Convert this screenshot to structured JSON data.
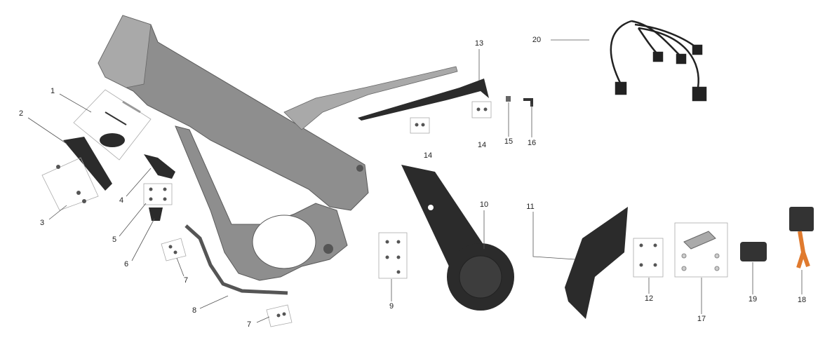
{
  "diagram": {
    "type": "exploded-parts-view",
    "labels": [
      {
        "id": "p1",
        "text": "1"
      },
      {
        "id": "p2",
        "text": "2"
      },
      {
        "id": "p3",
        "text": "3"
      },
      {
        "id": "p4",
        "text": "4"
      },
      {
        "id": "p5",
        "text": "5"
      },
      {
        "id": "p6",
        "text": "6"
      },
      {
        "id": "p7a",
        "text": "7"
      },
      {
        "id": "p8",
        "text": "8"
      },
      {
        "id": "p7b",
        "text": "7"
      },
      {
        "id": "p9",
        "text": "9"
      },
      {
        "id": "p10",
        "text": "10"
      },
      {
        "id": "p11",
        "text": "11"
      },
      {
        "id": "p12",
        "text": "12"
      },
      {
        "id": "p13",
        "text": "13"
      },
      {
        "id": "p14a",
        "text": "14"
      },
      {
        "id": "p14b",
        "text": "14"
      },
      {
        "id": "p15",
        "text": "15"
      },
      {
        "id": "p16",
        "text": "16"
      },
      {
        "id": "p17",
        "text": "17"
      },
      {
        "id": "p18",
        "text": "18"
      },
      {
        "id": "p19",
        "text": "19"
      },
      {
        "id": "p20",
        "text": "20"
      }
    ],
    "colors": {
      "frame": "#8e8e8e",
      "parts": "#2b2b2b",
      "connector": "#e07a2e",
      "lines": "#555555"
    }
  }
}
